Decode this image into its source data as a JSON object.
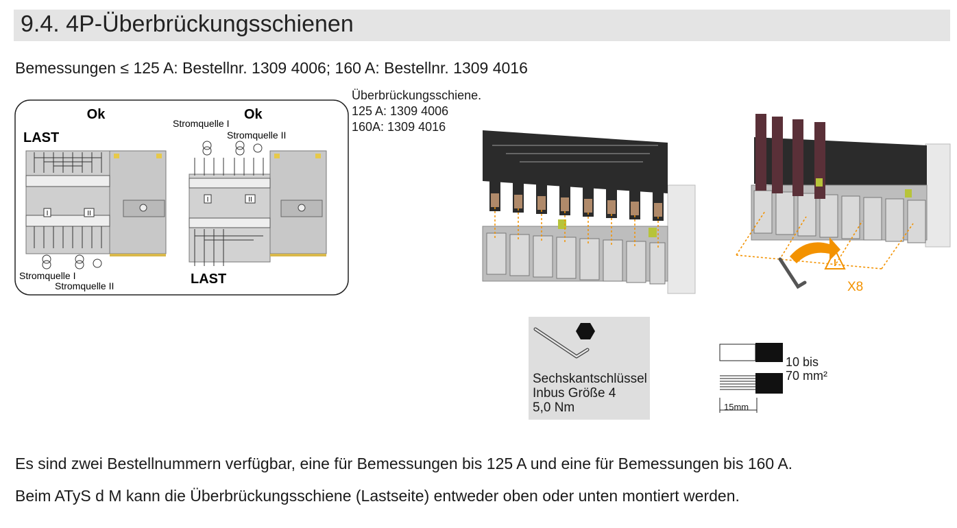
{
  "header": {
    "title": "9.4. 4P-Überbrückungsschienen"
  },
  "subtitle": "Bemessungen ≤ 125 A: Bestellnr. 1309 4006; 160 A: Bestellnr. 1309 4016",
  "diagram_left": {
    "ok_left": "Ok",
    "ok_right": "Ok",
    "last_top": "LAST",
    "last_bottom": "LAST",
    "source1_top": "Stromquelle I",
    "source2_top": "Stromquelle II",
    "source1_bottom": "Stromquelle I",
    "source2_bottom": "Stromquelle II",
    "switch_I": "I",
    "switch_II": "II"
  },
  "callout": {
    "line1": "Überbrückungsschiene.",
    "line2": "125 A: 1309 4006",
    "line3": "160A: 1309 4016"
  },
  "warning": {
    "count": "X8"
  },
  "wrench": {
    "line1": "Sechskantschlüssel",
    "line2": "Inbus Größe 4",
    "line3": "5,0 Nm"
  },
  "wire": {
    "line1": "10 bis",
    "line2": "70 mm²",
    "strip_length": "15mm"
  },
  "body": {
    "para1": "Es sind zwei Bestellnummern verfügbar, eine für Bemessungen bis 125 A und eine für Bemessungen bis 160 A.",
    "para2": "Beim ATyS d M kann die Überbrückungsschiene (Lastseite) entweder oben oder unten montiert werden."
  },
  "colors": {
    "header_bg": "#e4e4e4",
    "warning_orange": "#f39200",
    "busbar_black": "#2b2b2b",
    "copper": "#b08a6a",
    "cable": "#5a3038"
  }
}
